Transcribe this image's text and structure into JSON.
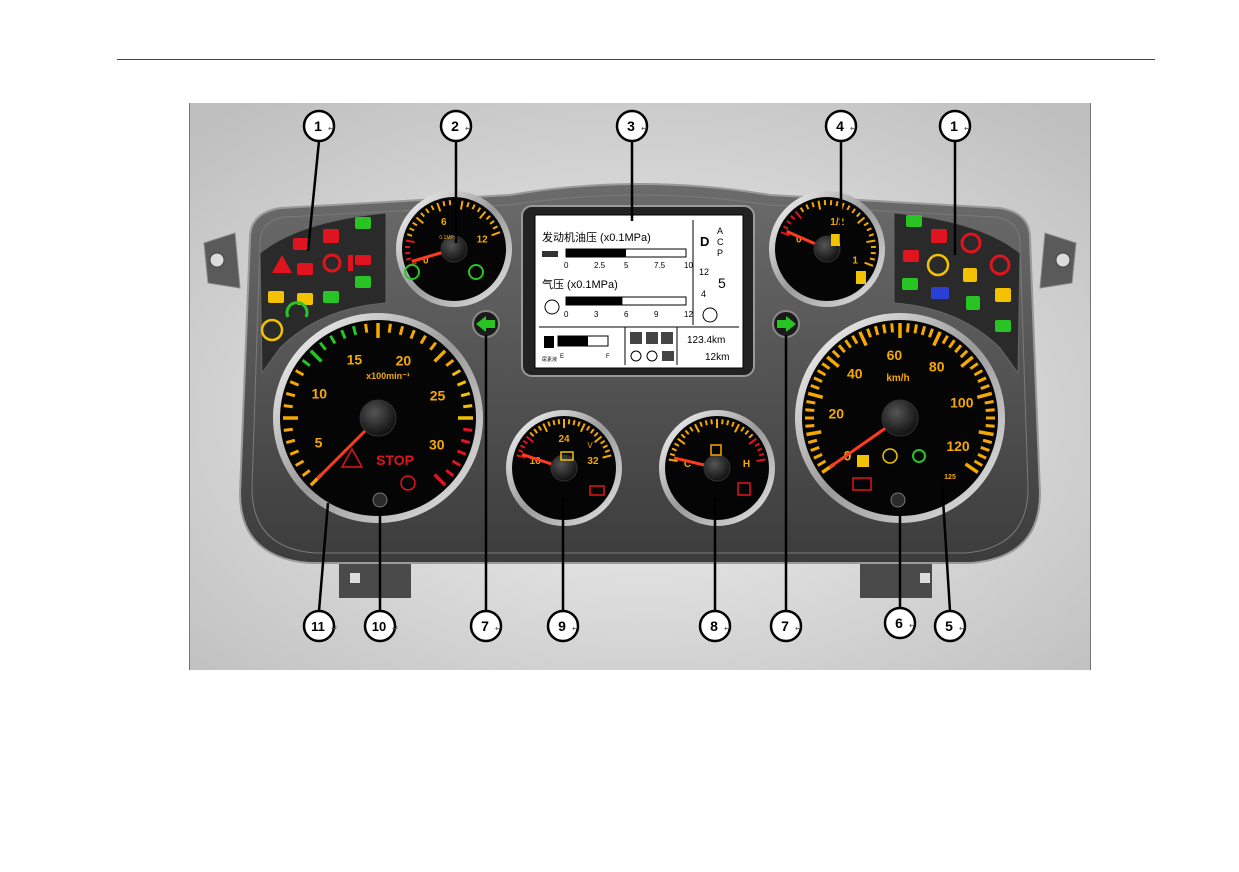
{
  "callouts": [
    {
      "num": "1",
      "mark": "↵"
    },
    {
      "num": "2",
      "mark": "↵"
    },
    {
      "num": "3",
      "mark": "↵"
    },
    {
      "num": "4",
      "mark": "↵"
    },
    {
      "num": "1",
      "mark": "↵"
    },
    {
      "num": "11",
      "mark": "↵"
    },
    {
      "num": "10",
      "mark": "↵"
    },
    {
      "num": "7",
      "mark": "↵"
    },
    {
      "num": "9",
      "mark": "↵"
    },
    {
      "num": "8",
      "mark": "↵"
    },
    {
      "num": "7",
      "mark": "↵"
    },
    {
      "num": "6",
      "mark": "↵"
    },
    {
      "num": "5",
      "mark": "↵"
    }
  ],
  "tachometer": {
    "labels": [
      "5",
      "10",
      "15",
      "20",
      "25",
      "30"
    ],
    "unit": "x100min⁻¹",
    "stop": "STOP",
    "reading": 0
  },
  "speedometer": {
    "labels": [
      "0",
      "20",
      "40",
      "60",
      "80",
      "100",
      "120"
    ],
    "extra": "125",
    "unit": "km/h",
    "reading": 0
  },
  "oil_pressure_gauge": {
    "labels": [
      "0",
      "6",
      "12"
    ],
    "unit": "0.1MPa"
  },
  "fuel_gauge": {
    "labels": [
      "0",
      "1/2",
      "1"
    ]
  },
  "voltage_gauge": {
    "labels": [
      "16",
      "24",
      "32"
    ],
    "unit": "V"
  },
  "temperature_gauge": {
    "labels": [
      "C",
      "H"
    ]
  },
  "display": {
    "oil_title": "发动机油压 (x0.1MPa)",
    "oil_ticks": [
      "0",
      "2.5",
      "5",
      "7.5",
      "10"
    ],
    "oil_level": 0.5,
    "air_title": "气压 (x0.1MPa)",
    "air_ticks": [
      "0",
      "3",
      "6",
      "9",
      "12"
    ],
    "air_level": 0.47,
    "gear_letter": "D",
    "mode_letters": [
      "A",
      "C",
      "P"
    ],
    "gear_num_top": "12",
    "gear_num_bottom": "4",
    "gear_big": "5",
    "odometer": "123.4km",
    "trip": "12km",
    "fuel_label": "E",
    "fuel_label_right": "F",
    "fuel_level": 0.6,
    "adblue_label": "尿素液"
  },
  "colors": {
    "warning_red": "#e0141e",
    "indicator_green": "#27c424",
    "indicator_amber": "#f2c200",
    "gauge_text": "#f5a800",
    "indicator_blue": "#2a3fd4"
  }
}
